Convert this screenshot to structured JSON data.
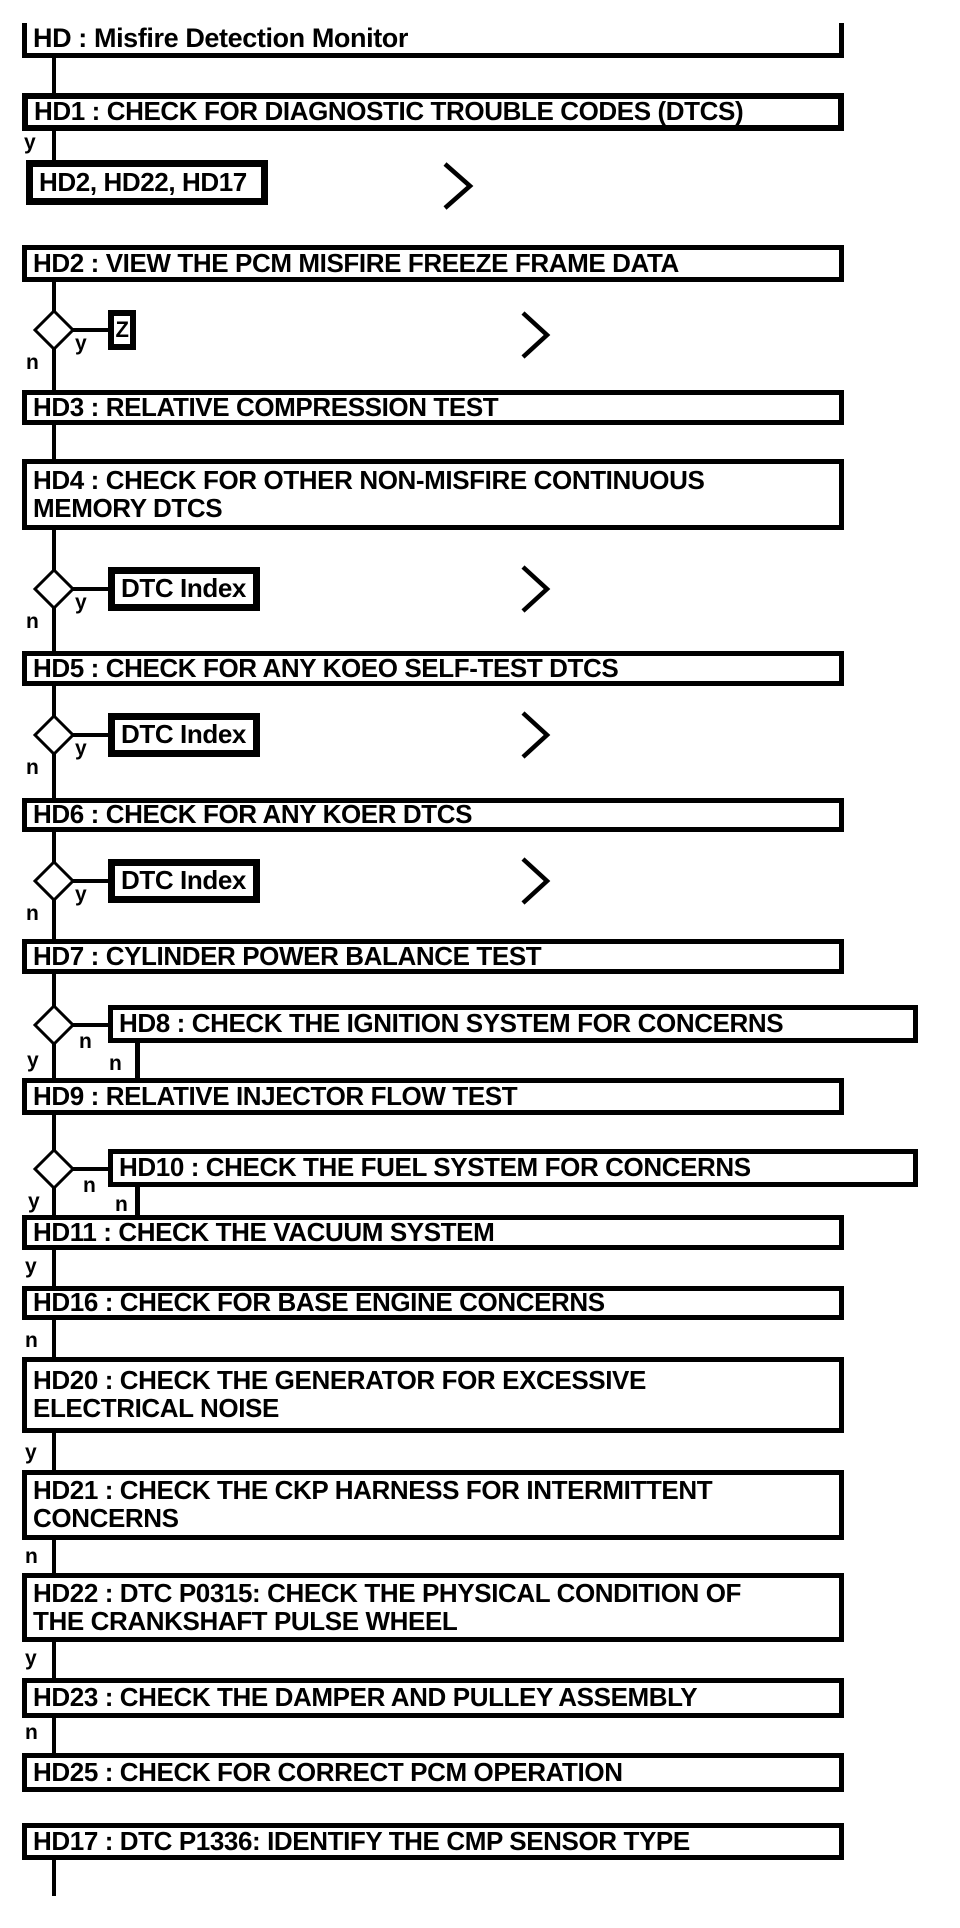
{
  "diagram": {
    "title": "HD : Misfire Detection Monitor",
    "branch_labels": {
      "yes": "y",
      "no": "n"
    },
    "colors": {
      "foreground": "#000000",
      "background": "#ffffff"
    },
    "nodes": {
      "hd": {
        "label": "HD : Misfire Detection Monitor"
      },
      "hd1": {
        "label": "HD1 : CHECK FOR DIAGNOSTIC TROUBLE CODES (DTCS)"
      },
      "jump_list": {
        "label": "HD2, HD22, HD17"
      },
      "hd2": {
        "label": "HD2 : VIEW THE PCM MISFIRE FREEZE FRAME DATA"
      },
      "z_ref": {
        "label": "Z"
      },
      "hd3": {
        "label": "HD3 : RELATIVE COMPRESSION TEST"
      },
      "hd4": {
        "label": "HD4 : CHECK FOR OTHER NON-MISFIRE CONTINUOUS\nMEMORY DTCS"
      },
      "dtc_index": {
        "label": "DTC Index"
      },
      "hd5": {
        "label": "HD5 : CHECK FOR ANY KOEO SELF-TEST DTCS"
      },
      "hd6": {
        "label": "HD6 : CHECK FOR ANY KOER DTCS"
      },
      "hd7": {
        "label": "HD7 : CYLINDER POWER BALANCE TEST"
      },
      "hd8": {
        "label": "HD8 : CHECK THE IGNITION SYSTEM FOR CONCERNS"
      },
      "hd9": {
        "label": "HD9 : RELATIVE INJECTOR FLOW TEST"
      },
      "hd10": {
        "label": "HD10 : CHECK THE FUEL SYSTEM FOR CONCERNS"
      },
      "hd11": {
        "label": "HD11 : CHECK THE VACUUM SYSTEM"
      },
      "hd16": {
        "label": "HD16 : CHECK FOR BASE ENGINE CONCERNS"
      },
      "hd20": {
        "label": "HD20 : CHECK THE GENERATOR FOR EXCESSIVE\nELECTRICAL NOISE"
      },
      "hd21": {
        "label": "HD21 : CHECK THE CKP HARNESS FOR INTERMITTENT\nCONCERNS"
      },
      "hd22": {
        "label": "HD22 : DTC P0315: CHECK THE PHYSICAL CONDITION OF\nTHE CRANKSHAFT PULSE WHEEL"
      },
      "hd23": {
        "label": "HD23 : CHECK THE DAMPER AND PULLEY ASSEMBLY"
      },
      "hd25": {
        "label": "HD25 : CHECK FOR CORRECT PCM OPERATION"
      },
      "hd17": {
        "label": "HD17 : DTC P1336: IDENTIFY THE CMP SENSOR TYPE"
      }
    }
  }
}
